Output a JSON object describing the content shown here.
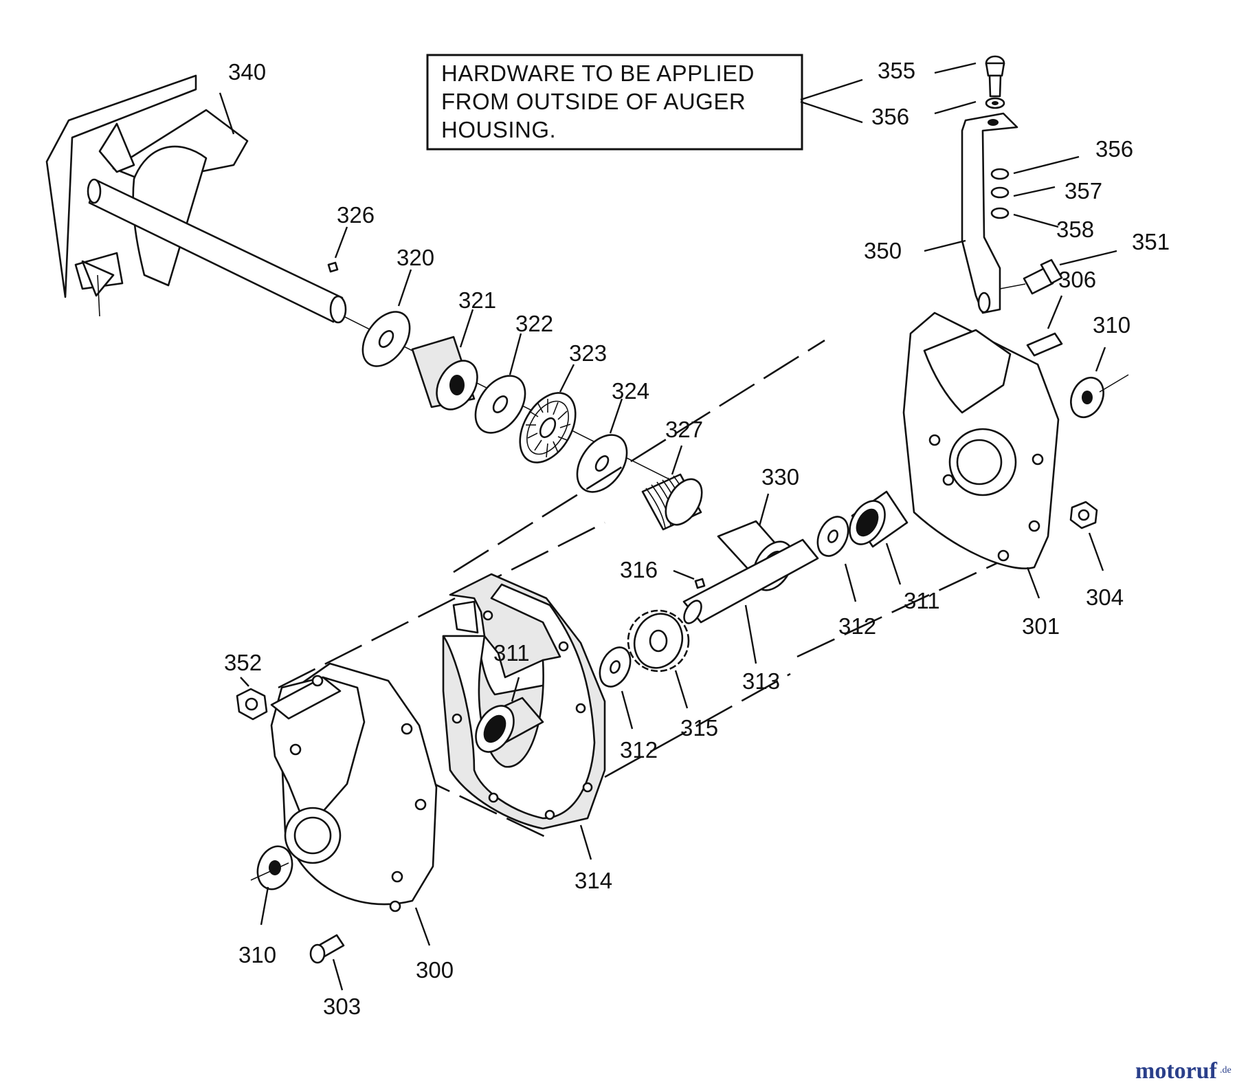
{
  "note": {
    "lines": [
      "HARDWARE TO BE APPLIED",
      "FROM OUTSIDE OF AUGER",
      "HOUSING."
    ]
  },
  "labels": {
    "p340": "340",
    "p355": "355",
    "p356a": "356",
    "p356b": "356",
    "p357": "357",
    "p358": "358",
    "p350": "350",
    "p351": "351",
    "p326": "326",
    "p320": "320",
    "p321": "321",
    "p322": "322",
    "p323": "323",
    "p324": "324",
    "p327": "327",
    "p330": "330",
    "p306": "306",
    "p310a": "310",
    "p316": "316",
    "p311a": "311",
    "p311b": "311",
    "p312a": "312",
    "p312b": "312",
    "p313": "313",
    "p315": "315",
    "p304": "304",
    "p301": "301",
    "p352": "352",
    "p314": "314",
    "p310b": "310",
    "p300": "300",
    "p303": "303"
  },
  "watermark": {
    "brand": "motoruf",
    "tld": ".de"
  }
}
